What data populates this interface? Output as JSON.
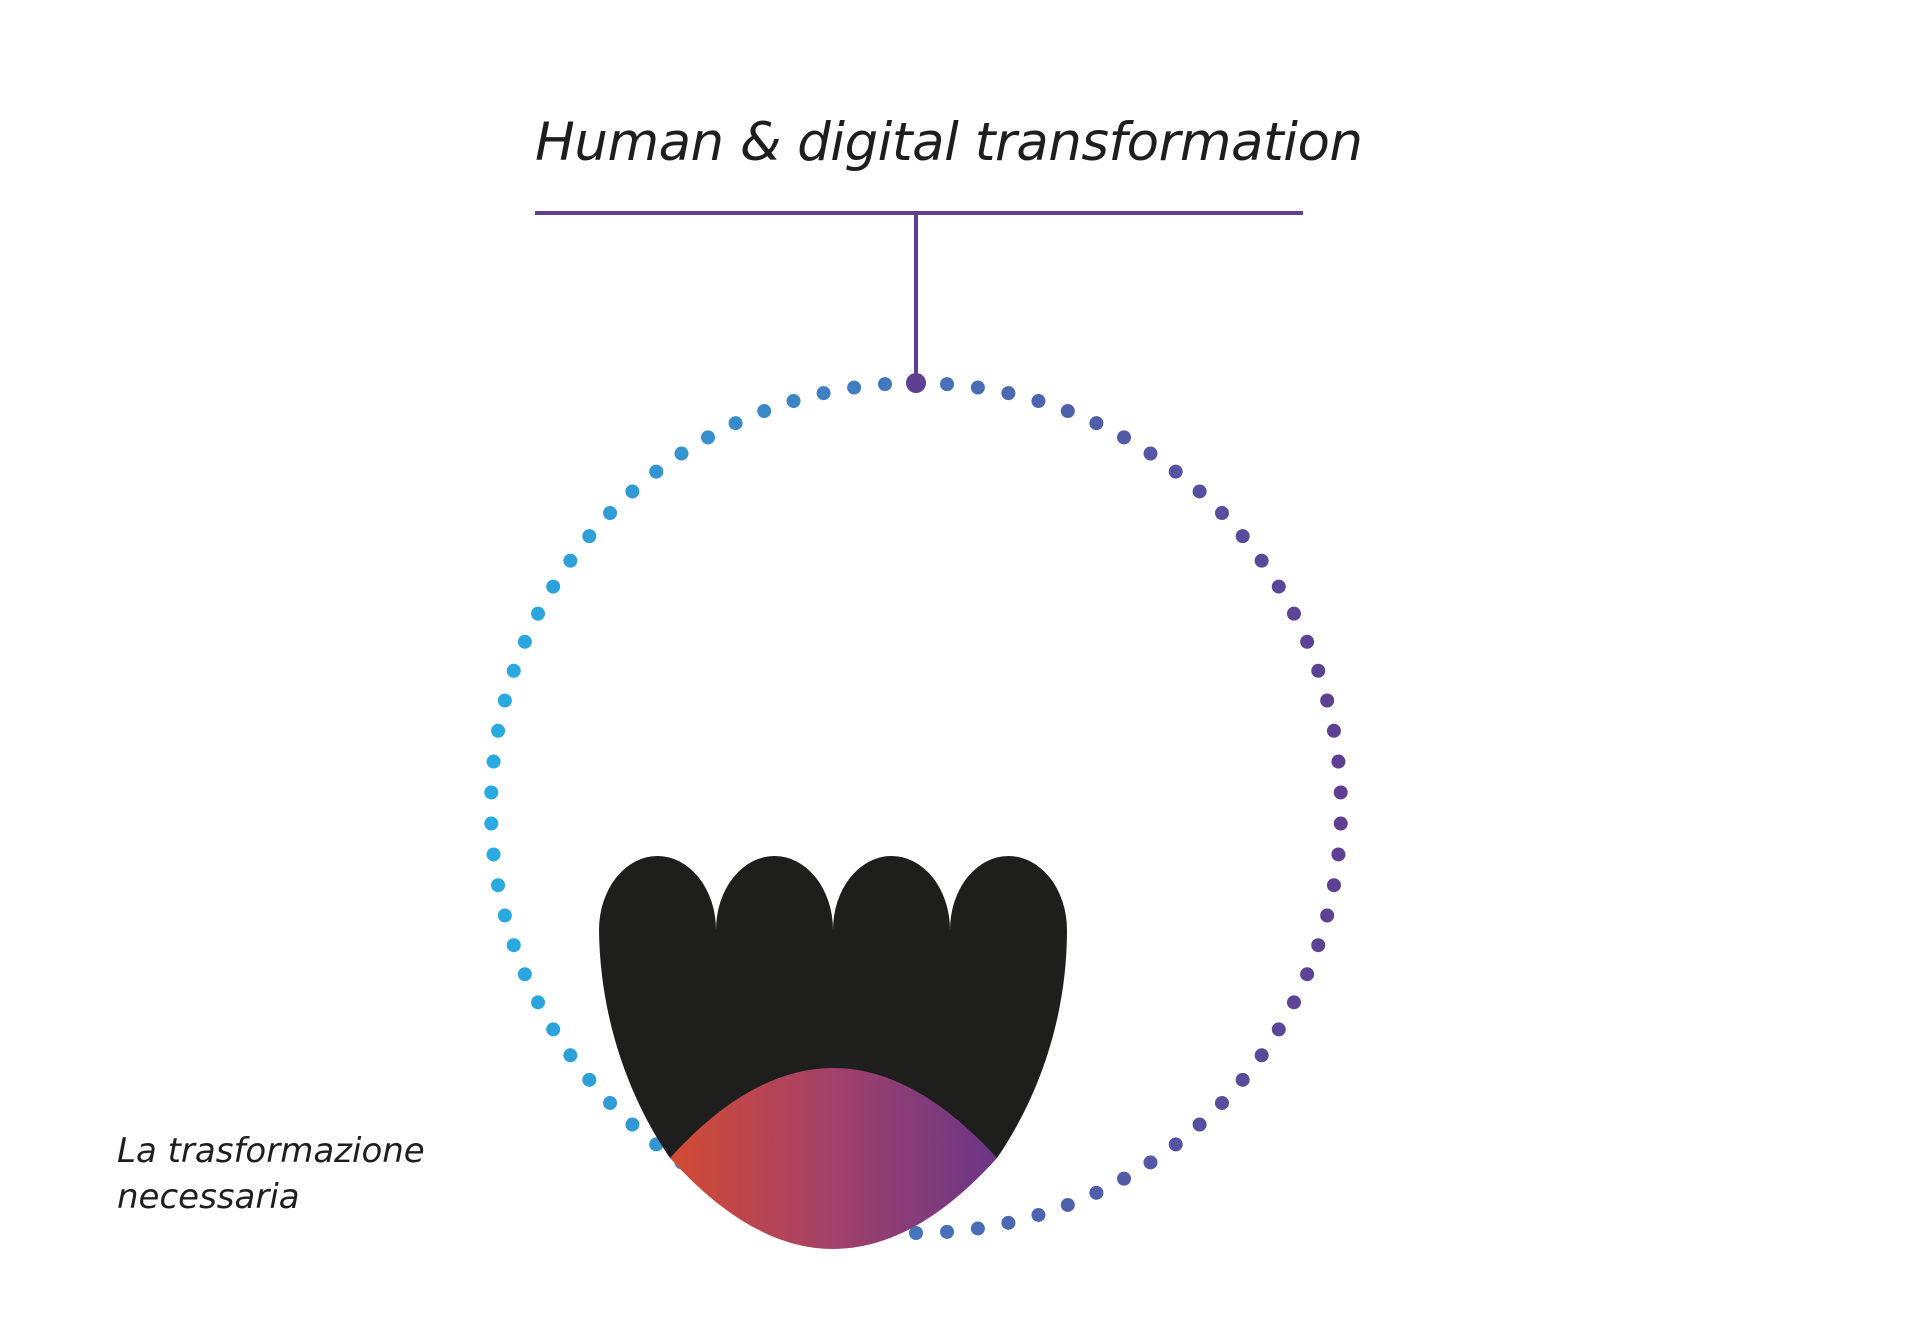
{
  "title": "Human & digital transformation",
  "caption": {
    "line1": "La trasformazione",
    "line2": "necessaria"
  },
  "colors": {
    "accent_purple": "#5f3f92",
    "dot_start": "#29abe2",
    "dot_end": "#5f3f92",
    "shape_black": "#1e1e1d",
    "gradient_start": "#d34a33",
    "gradient_end": "#6a3687"
  }
}
